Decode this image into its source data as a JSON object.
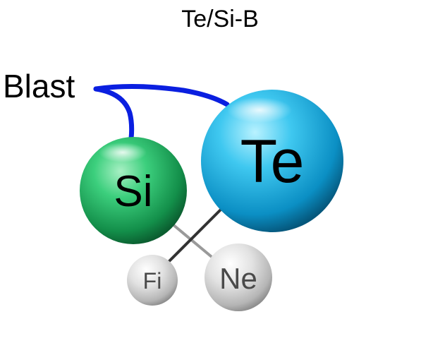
{
  "title": "Te/Si-B",
  "blast_label": "Blast",
  "colors": {
    "connector_blue": "#0a1fe0",
    "bond_dark": "#333333",
    "bond_light": "#9a9a9a",
    "si_green": "#1fae5f",
    "te_cyan": "#18a8dc",
    "small_gray": "#d0d0d0"
  },
  "atoms": {
    "te": {
      "label": "Te"
    },
    "si": {
      "label": "Si"
    },
    "fi": {
      "label": "Fi"
    },
    "ne": {
      "label": "Ne"
    }
  }
}
